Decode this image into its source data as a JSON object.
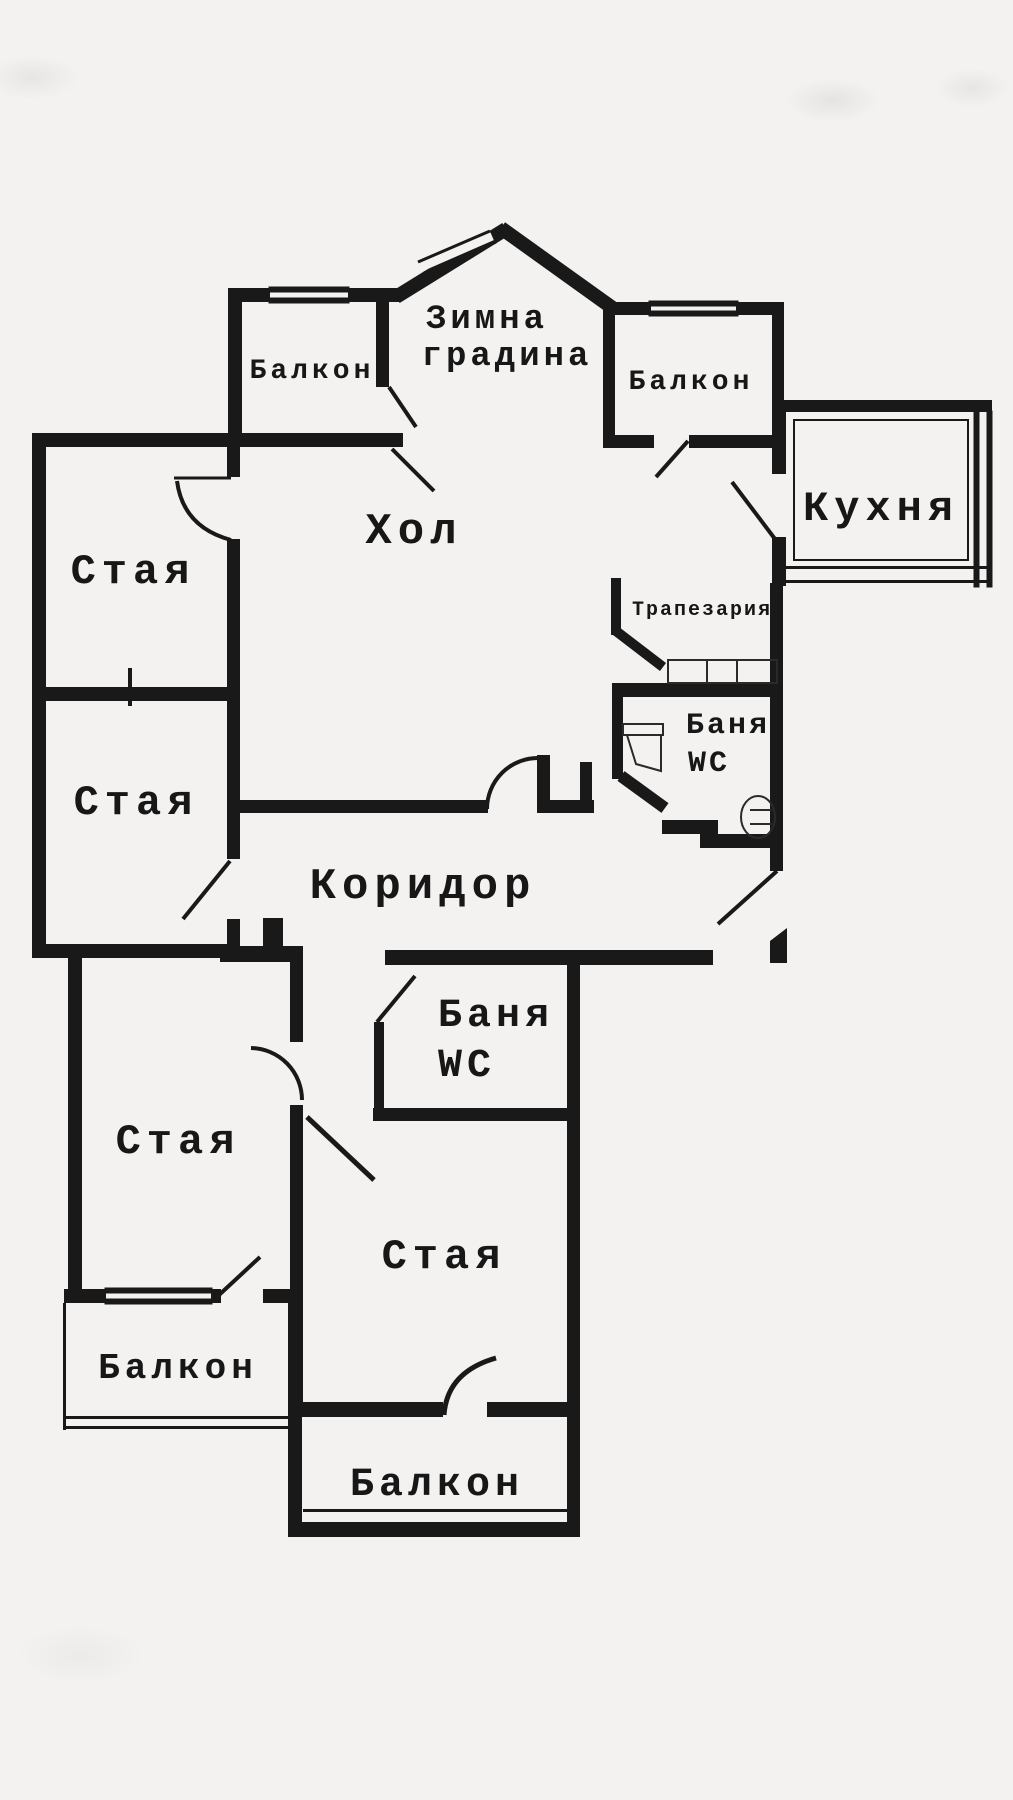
{
  "image": {
    "type": "apartment-floor-plan",
    "background_color": "#f3f2f0",
    "wall_color": "#191919"
  },
  "rooms": [
    {
      "id": "balcony-top-left",
      "label": "Балкон"
    },
    {
      "id": "winter-garden",
      "label_line1": "Зимна",
      "label_line2": "градина"
    },
    {
      "id": "balcony-top-right",
      "label": "Балкон"
    },
    {
      "id": "kitchen",
      "label": "Кухня"
    },
    {
      "id": "room-top-left",
      "label": "Стая"
    },
    {
      "id": "hall",
      "label": "Хол"
    },
    {
      "id": "dining",
      "label": "Трапезария"
    },
    {
      "id": "bath-upper",
      "label_line1": "Баня",
      "label_line2": "WC"
    },
    {
      "id": "room-mid-left",
      "label": "Стая"
    },
    {
      "id": "corridor",
      "label": "Коридор"
    },
    {
      "id": "bath-lower",
      "label_line1": "Баня",
      "label_line2": "WC"
    },
    {
      "id": "room-lower-left",
      "label": "Стая"
    },
    {
      "id": "room-bottom",
      "label": "Стая"
    },
    {
      "id": "balcony-lower-left",
      "label": "Балкон"
    },
    {
      "id": "balcony-bottom",
      "label": "Балкон"
    }
  ]
}
